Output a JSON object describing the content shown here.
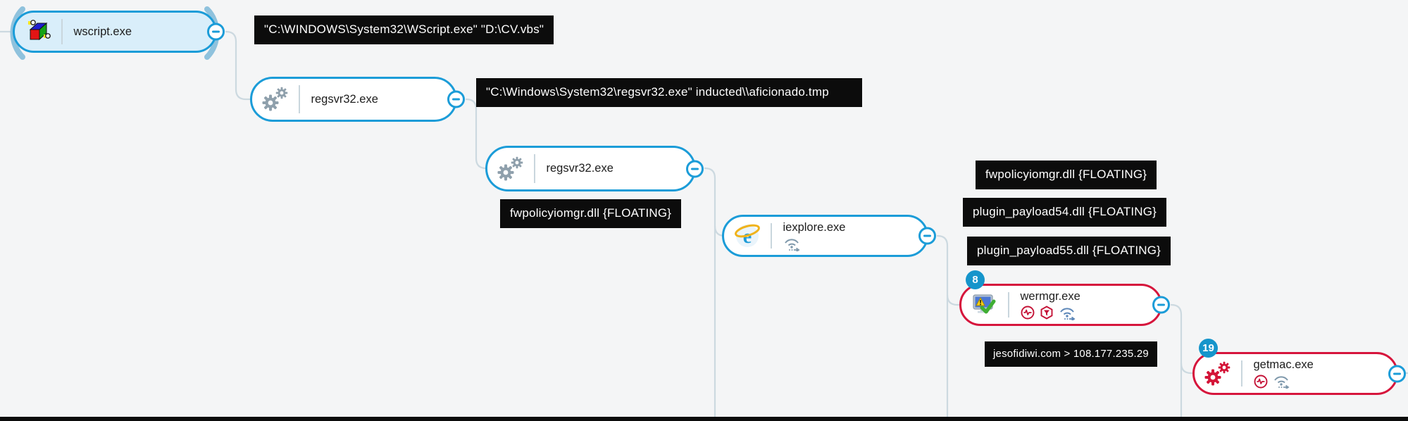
{
  "app": {
    "view": "process-tree-graph"
  },
  "colors": {
    "background": "#f4f5f6",
    "node_blue_border": "#1b9cd8",
    "node_selected_fill": "#d9eefa",
    "node_red_border": "#d6153c",
    "connector": "#ccd9e0",
    "label_bg": "#0c0c0c",
    "label_text": "#ffffff",
    "badge_bg": "#1695cb",
    "gear_gray": "#8fa0ac",
    "gear_red": "#d41538",
    "alert_red": "#c41236",
    "network_steel": "#7e98ab"
  },
  "nodes": [
    {
      "name": "wscript.exe",
      "icon": "wsh-script-icon",
      "variant": "blue-selected",
      "badge": "",
      "parent": null,
      "status_icons": []
    },
    {
      "name": "regsvr32.exe",
      "icon": "gears-gray-icon",
      "variant": "blue",
      "badge": "",
      "parent": "wscript.exe",
      "status_icons": []
    },
    {
      "name": "regsvr32.exe",
      "icon": "gears-gray-icon",
      "variant": "blue",
      "badge": "",
      "parent": "regsvr32.exe",
      "status_icons": []
    },
    {
      "name": "iexplore.exe",
      "icon": "internet-explorer-icon",
      "variant": "blue",
      "badge": "",
      "parent": "regsvr32.exe",
      "status_icons": [
        "network-out-icon"
      ]
    },
    {
      "name": "wermgr.exe",
      "icon": "error-reporting-icon",
      "variant": "red",
      "badge": "8",
      "parent": "iexplore.exe",
      "status_icons": [
        "signal-pulse-icon",
        "threat-hexagon-icon",
        "network-out-icon"
      ]
    },
    {
      "name": "getmac.exe",
      "icon": "gears-red-icon",
      "variant": "red",
      "badge": "19",
      "parent": "wermgr.exe",
      "status_icons": [
        "signal-pulse-icon",
        "network-out-icon"
      ]
    }
  ],
  "annotations": [
    {
      "for": "wscript.exe",
      "text": "\"C:\\WINDOWS\\System32\\WScript.exe\" \"D:\\CV.vbs\""
    },
    {
      "for": "regsvr32.exe",
      "text": "\"C:\\Windows\\System32\\regsvr32.exe\" inducted\\\\aficionado.tmp"
    },
    {
      "for": "regsvr32.exe",
      "text": "fwpolicyiomgr.dll {FLOATING}"
    },
    {
      "for": "iexplore.exe",
      "text": "fwpolicyiomgr.dll {FLOATING}"
    },
    {
      "for": "iexplore.exe",
      "text": "plugin_payload54.dll {FLOATING}"
    },
    {
      "for": "iexplore.exe",
      "text": "plugin_payload55.dll {FLOATING}"
    },
    {
      "for": "wermgr.exe",
      "text": "jesofidiwi.com > 108.177.235.29"
    }
  ],
  "controls": {
    "collapse_symbol": "minus"
  }
}
